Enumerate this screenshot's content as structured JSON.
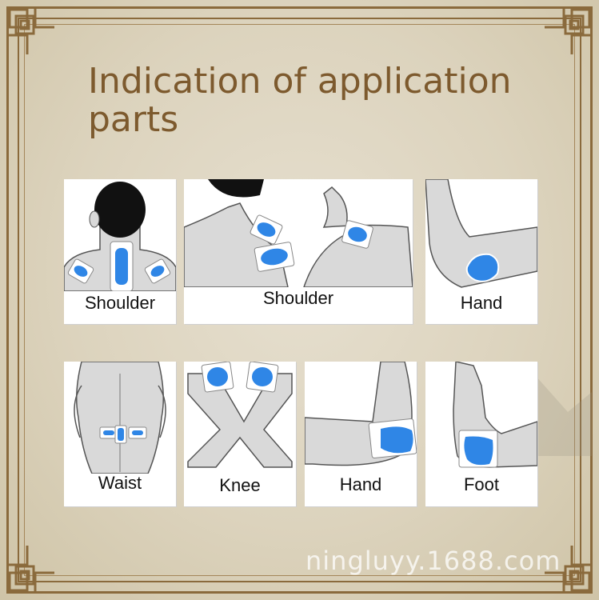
{
  "title": "Indication of application parts",
  "panels": [
    {
      "label": "Shoulder"
    },
    {
      "label": "Shoulder"
    },
    {
      "label": "Hand"
    },
    {
      "label": "Waist"
    },
    {
      "label": "Knee"
    },
    {
      "label": "Hand"
    },
    {
      "label": "Foot"
    }
  ],
  "watermark": "ningluyy.1688.com",
  "colors": {
    "patch_blue": "#2f86e6",
    "patch_border": "#ffffff",
    "skin_gray": "#d9d9d9",
    "outline": "#555555",
    "frame_brown": "#8a6a3c",
    "title_brown": "#7d5a2e"
  }
}
